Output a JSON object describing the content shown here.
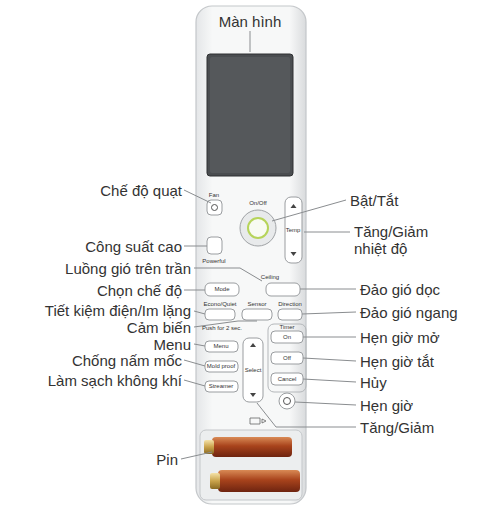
{
  "diagram": {
    "labels": [
      "Màn hình",
      "Chế độ quạt",
      "Bật/Tắt",
      "Công suất cao",
      "Tăng/Giảm nhiệt độ",
      "Luồng gió trên trần",
      "Chọn chế độ",
      "Đảo gió dọc",
      "Tiết kiệm điện/Im lặng",
      "Đảo gió ngang",
      "Cảm biến",
      "Hẹn giờ mở",
      "Menu",
      "Chống nấm mốc",
      "Hẹn giờ tắt",
      "Làm sạch không khí",
      "Hủy",
      "Hẹn giờ",
      "Tăng/Giảm",
      "Pin",
      "Fan",
      "On/Off",
      "Temp",
      "Powerful",
      "Ceiling",
      "Mode",
      "Econo/Quiet",
      "Sensor",
      "Direction",
      "Push for 2 sec.",
      "Menu",
      "Mold proof",
      "Streamer",
      "Select",
      "Timer",
      "On",
      "Off",
      "Cancel"
    ]
  }
}
